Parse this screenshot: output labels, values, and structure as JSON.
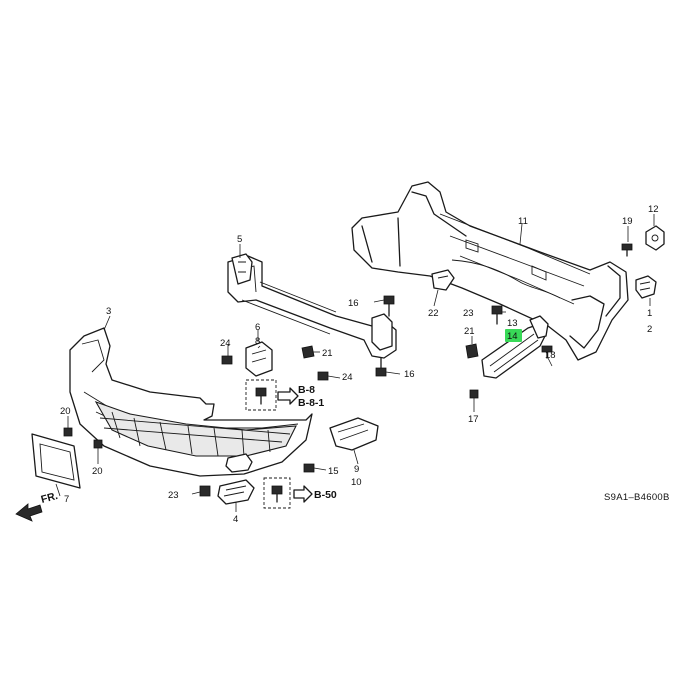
{
  "diagram": {
    "code": "S9A1–B4600B",
    "front_marker": "FR.",
    "refs": [
      "B-8",
      "B-8-1",
      "B-50"
    ],
    "highlight_color": "#38d957",
    "highlighted_part": "14"
  },
  "callouts": [
    {
      "id": "c1",
      "text": "1"
    },
    {
      "id": "c2",
      "text": "2"
    },
    {
      "id": "c3",
      "text": "3"
    },
    {
      "id": "c4",
      "text": "4"
    },
    {
      "id": "c5",
      "text": "5"
    },
    {
      "id": "c6",
      "text": "6"
    },
    {
      "id": "c7",
      "text": "7"
    },
    {
      "id": "c8",
      "text": "8"
    },
    {
      "id": "c9",
      "text": "9"
    },
    {
      "id": "c10",
      "text": "10"
    },
    {
      "id": "c11",
      "text": "11"
    },
    {
      "id": "c12",
      "text": "12"
    },
    {
      "id": "c13",
      "text": "13"
    },
    {
      "id": "c14",
      "text": "14"
    },
    {
      "id": "c15",
      "text": "15"
    },
    {
      "id": "c16a",
      "text": "16"
    },
    {
      "id": "c16b",
      "text": "16"
    },
    {
      "id": "c17",
      "text": "17"
    },
    {
      "id": "c18",
      "text": "18"
    },
    {
      "id": "c19",
      "text": "19"
    },
    {
      "id": "c20a",
      "text": "20"
    },
    {
      "id": "c20b",
      "text": "20"
    },
    {
      "id": "c21a",
      "text": "21"
    },
    {
      "id": "c21b",
      "text": "21"
    },
    {
      "id": "c22",
      "text": "22"
    },
    {
      "id": "c23a",
      "text": "23"
    },
    {
      "id": "c23b",
      "text": "23"
    },
    {
      "id": "c24a",
      "text": "24"
    },
    {
      "id": "c24b",
      "text": "24"
    }
  ]
}
